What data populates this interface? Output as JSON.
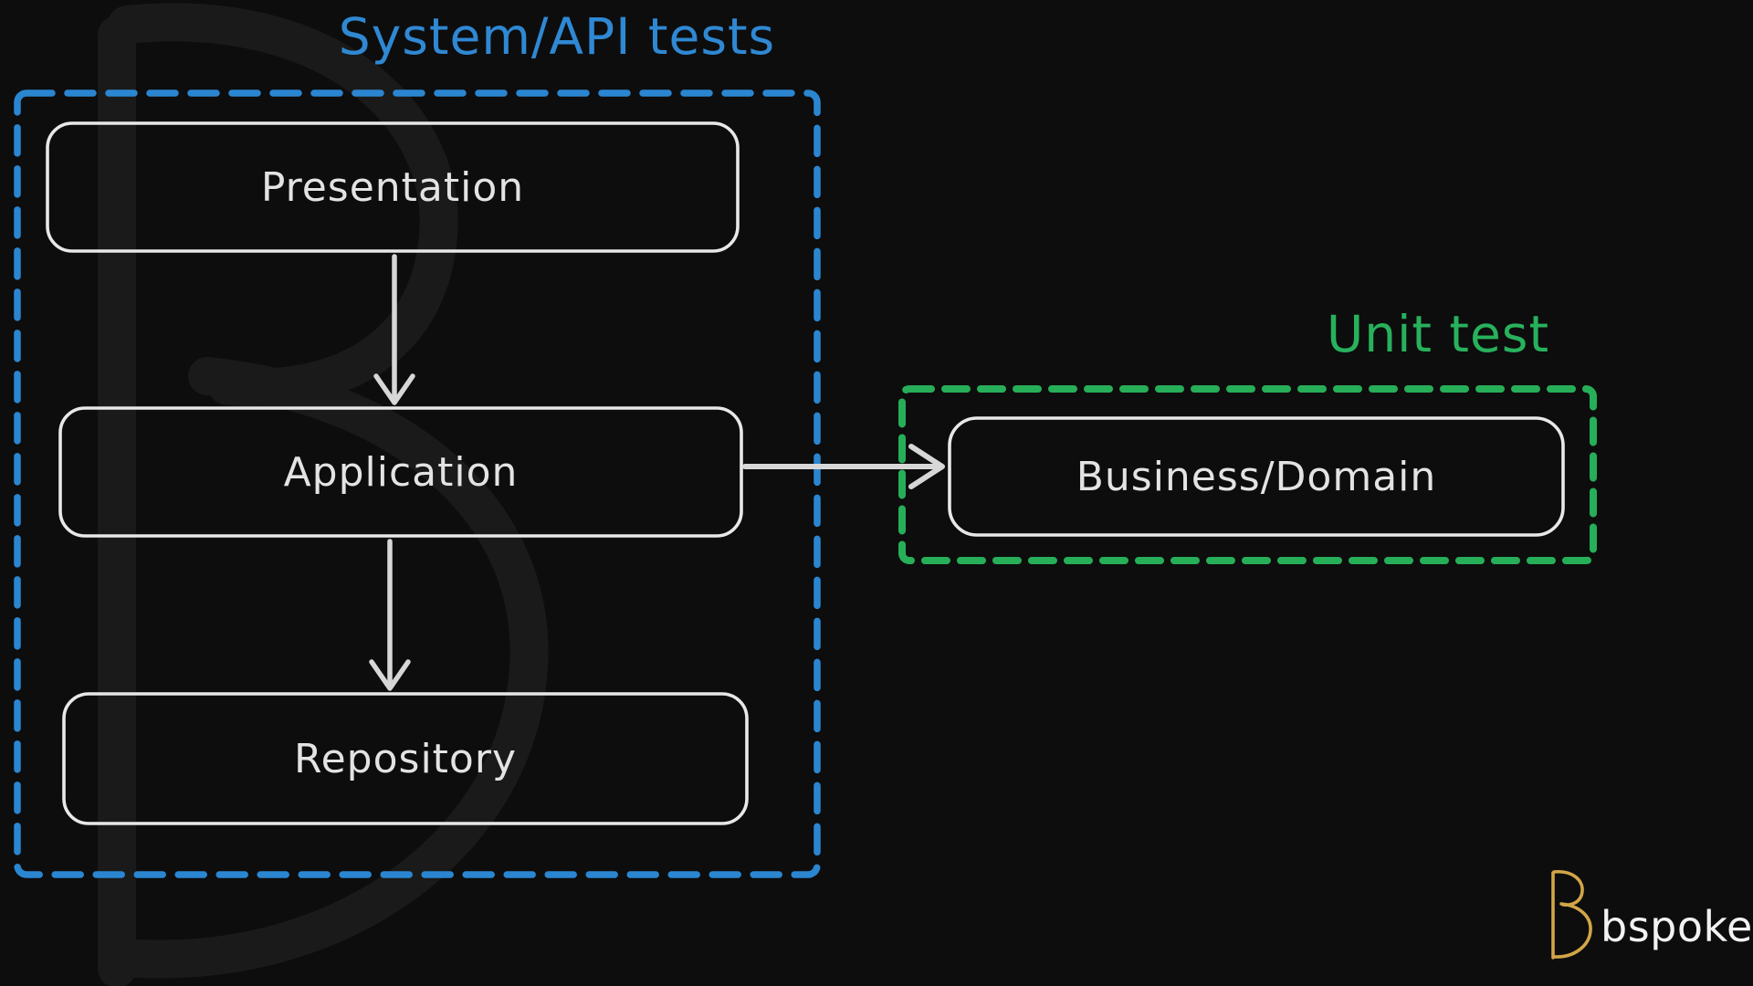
{
  "canvas": {
    "background": "#0d0d0d"
  },
  "colors": {
    "system_group": "#2b86d1",
    "unit_group": "#27ae58",
    "node_border": "#e8e8e8",
    "node_text": "#e3e3e3",
    "arrow": "#d7d7d7",
    "watermark": "#1a1a1a",
    "brand_gold": "#d2a647",
    "brand_text": "#f2f2f2"
  },
  "diagram": {
    "system_group": {
      "label": "System/API tests",
      "nodes": [
        {
          "label": "Presentation"
        },
        {
          "label": "Application"
        },
        {
          "label": "Repository"
        }
      ]
    },
    "unit_group": {
      "label": "Unit test",
      "nodes": [
        {
          "label": "Business/Domain"
        }
      ]
    },
    "arrows": [
      {
        "name": "presentation-to-application"
      },
      {
        "name": "application-to-repository"
      },
      {
        "name": "application-to-business-domain"
      }
    ]
  },
  "brand": {
    "wordmark": "bspoke"
  }
}
